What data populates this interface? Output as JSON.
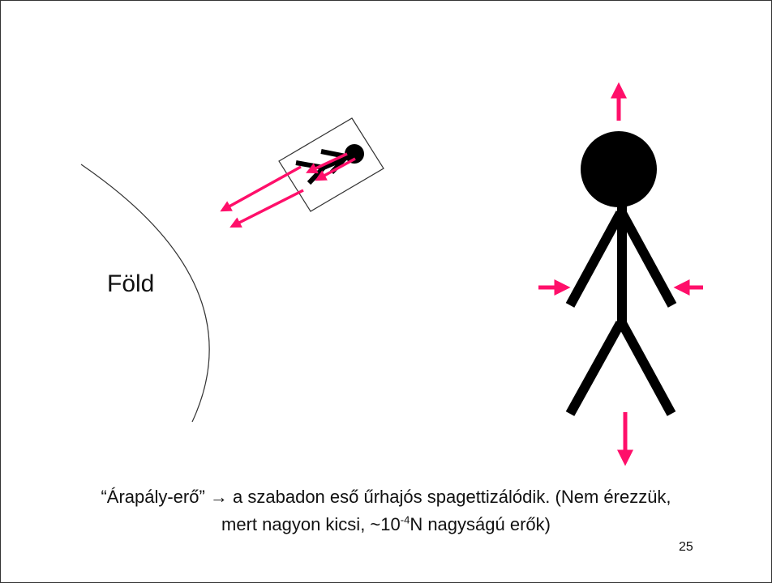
{
  "slide": {
    "earth_label": "Föld",
    "caption": {
      "line1": "“Árapály-erő” → a szabadon eső űrhajós spagettizálódik. (Nem érezzük,",
      "line2_before": "mert nagyon kicsi, ~10",
      "line2_exponent": "-4",
      "line2_after": "N nagyságú erők)"
    },
    "page_number": "25"
  },
  "colors": {
    "force_arrow": "#ff0f6a",
    "figure": "#000000",
    "outline": "#333333"
  },
  "icons": {
    "small_figure": "stick-figure-icon",
    "large_figure": "stick-figure-icon"
  }
}
